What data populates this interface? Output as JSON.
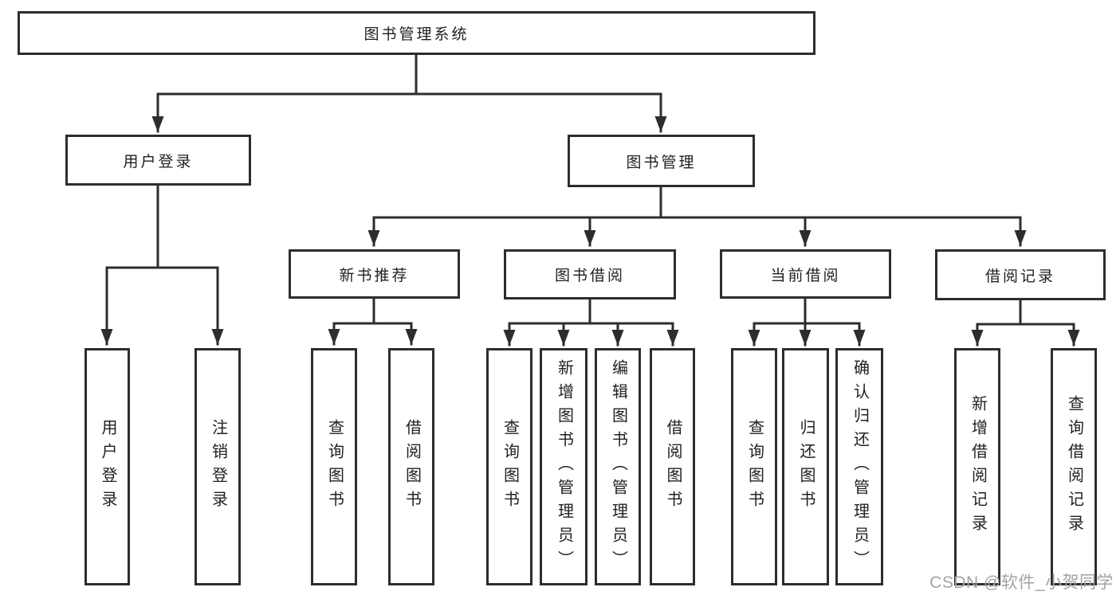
{
  "colors": {
    "background": "#ffffff",
    "line": "#2d2d2d",
    "box_border": "#2d2d2d",
    "box_fill": "#ffffff",
    "text": "#212121",
    "watermark": "#a3a3a3"
  },
  "tree": {
    "label": "图书管理系统",
    "children": [
      {
        "label": "用户登录",
        "children": [
          {
            "label": "用户登录"
          },
          {
            "label": "注销登录"
          }
        ]
      },
      {
        "label": "图书管理",
        "children": [
          {
            "label": "新书推荐",
            "children": [
              {
                "label": "查询图书"
              },
              {
                "label": "借阅图书"
              }
            ]
          },
          {
            "label": "图书借阅",
            "children": [
              {
                "label": "查询图书"
              },
              {
                "label": "新增图书（管理员）"
              },
              {
                "label": "编辑图书（管理员）"
              },
              {
                "label": "借阅图书"
              }
            ]
          },
          {
            "label": "当前借阅",
            "children": [
              {
                "label": "查询图书"
              },
              {
                "label": "归还图书"
              },
              {
                "label": "确认归还（管理员）"
              }
            ]
          },
          {
            "label": "借阅记录",
            "children": [
              {
                "label": "新增借阅记录"
              },
              {
                "label": "查询借阅记录"
              }
            ]
          }
        ]
      }
    ]
  },
  "watermark": {
    "text": "CSDN @软件_小贺同学"
  }
}
